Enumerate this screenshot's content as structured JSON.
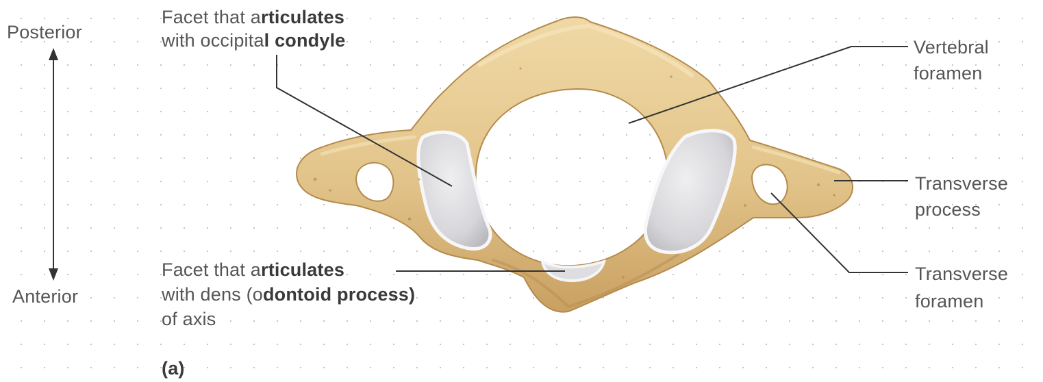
{
  "orientation": {
    "posterior": "Posterior",
    "anterior": "Anterior"
  },
  "labels": {
    "facet_occipital": {
      "line1_a": "Facet that a",
      "line1_b": "rticulates",
      "line2_a": "with occipita",
      "line2_b": "l condyle"
    },
    "facet_dens": {
      "line1_a": "Facet that a",
      "line1_b": "rticulates",
      "line2_a": "with dens (o",
      "line2_b": "dontoid process)",
      "line3": "of axis"
    },
    "vertebral_foramen": {
      "line1": "Vertebral",
      "line2": "foramen"
    },
    "transverse_process": {
      "line1": "Transverse",
      "line2": "process"
    },
    "transverse_foramen": {
      "line1": "Transverse",
      "line2": "foramen"
    }
  },
  "panel_label": "(a)",
  "colors": {
    "bone": "#e2c48a",
    "bone_shadow": "#b98e4e",
    "bone_highlight": "#f3dfb0",
    "facet": "#d9d9dc",
    "facet_rim": "#f4f4f6",
    "leader": "#333333"
  }
}
